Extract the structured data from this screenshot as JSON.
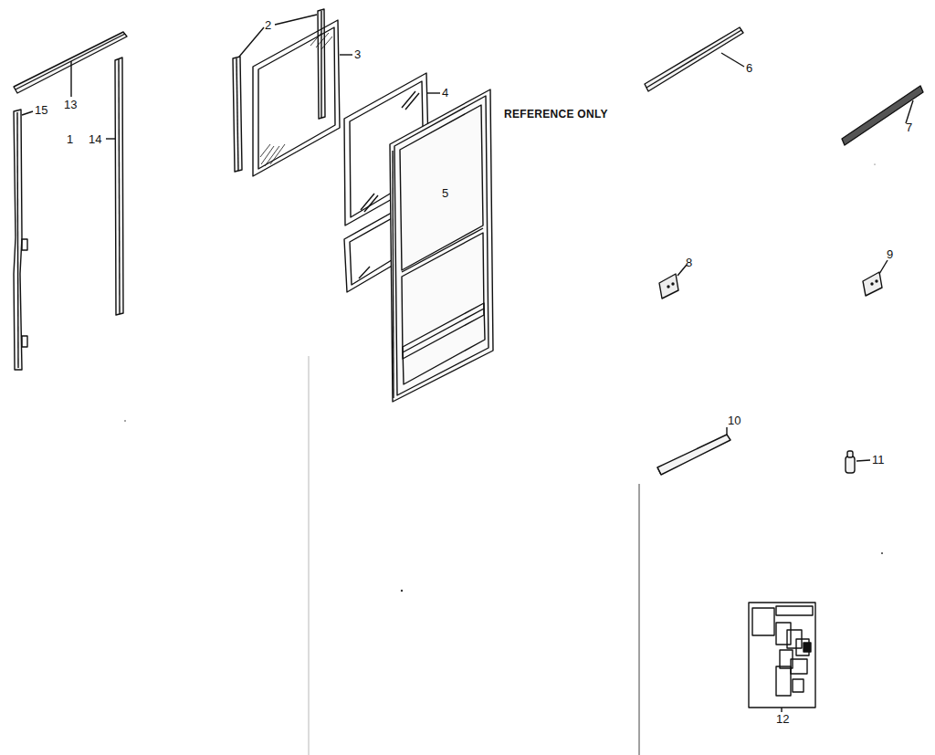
{
  "diagram": {
    "labels": [
      "13",
      "15",
      "1",
      "14",
      "2",
      "3",
      "4",
      "REFERENCE ONLY",
      "5",
      "6",
      "7",
      "8",
      "9",
      "10",
      "11",
      "12"
    ]
  }
}
